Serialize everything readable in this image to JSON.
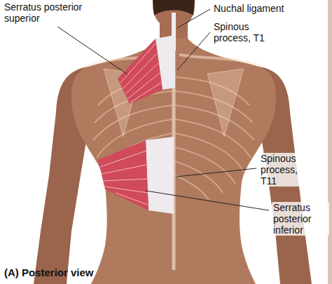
{
  "diagram": {
    "caption": "(A) Posterior view",
    "labels": [
      "Serratus posterior superior",
      "Nuchal ligament",
      "Spinous process, T1",
      "Spinous process, T11",
      "Serratus posterior inferior"
    ]
  }
}
